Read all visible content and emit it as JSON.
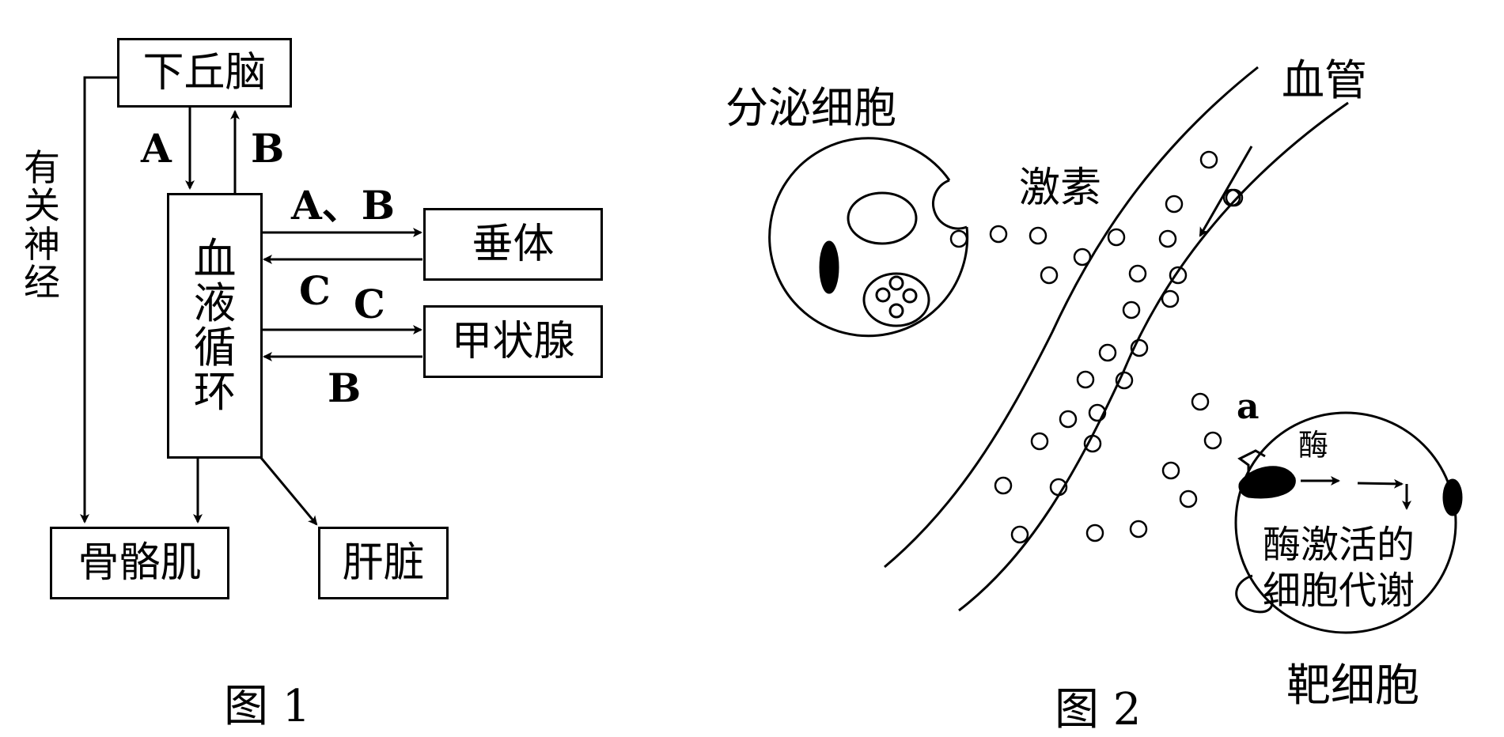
{
  "figure1": {
    "caption": "图 1",
    "boxes": {
      "hypothalamus": "下丘脑",
      "blood": "血液循环",
      "pituitary": "垂体",
      "thyroid": "甲状腺",
      "skeletal_muscle": "骨骼肌",
      "liver": "肝脏"
    },
    "side_label": "有关神经",
    "arrow_labels": {
      "hypo_down": "A",
      "hypo_up": "B",
      "to_pituitary": "A、B",
      "from_pituitary": "C",
      "to_thyroid": "C",
      "from_thyroid": "B"
    }
  },
  "figure2": {
    "caption": "图 2",
    "secretory_cell": "分泌细胞",
    "hormone": "激素",
    "vessel": "血管",
    "receptor_label": "a",
    "enzyme": "酶",
    "metabolism_line1": "酶激活的",
    "metabolism_line2": "细胞代谢",
    "target_cell": "靶细胞"
  }
}
